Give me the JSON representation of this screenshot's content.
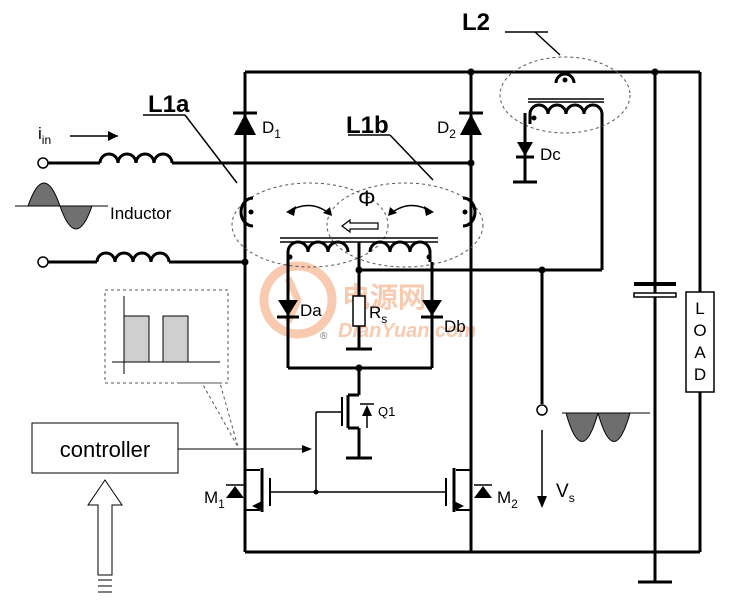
{
  "labels": {
    "L2": "L2",
    "L1a": "L1a",
    "L1b": "L1b",
    "D1": "D",
    "D1_sub": "1",
    "D2": "D",
    "D2_sub": "2",
    "Dc": "Dc",
    "Da": "Da",
    "Db": "Db",
    "Rs": "R",
    "Rs_sub": "s",
    "Q1": "Q1",
    "M1": "M",
    "M1_sub": "1",
    "M2": "M",
    "M2_sub": "2",
    "Vs": "V",
    "Vs_sub": "s",
    "iin": "i",
    "iin_sub": "in",
    "inductor": "Inductor",
    "phi": "Φ",
    "controller": "controller",
    "load": [
      "L",
      "O",
      "A",
      "D"
    ]
  },
  "watermark": {
    "cn": "电源网",
    "en": "DianYuan.com",
    "reg": "®"
  },
  "colors": {
    "wire": "#000000",
    "watermark": "#f4a070",
    "waveform": "#6e6e6e",
    "pulse": "#cfcfcf"
  }
}
